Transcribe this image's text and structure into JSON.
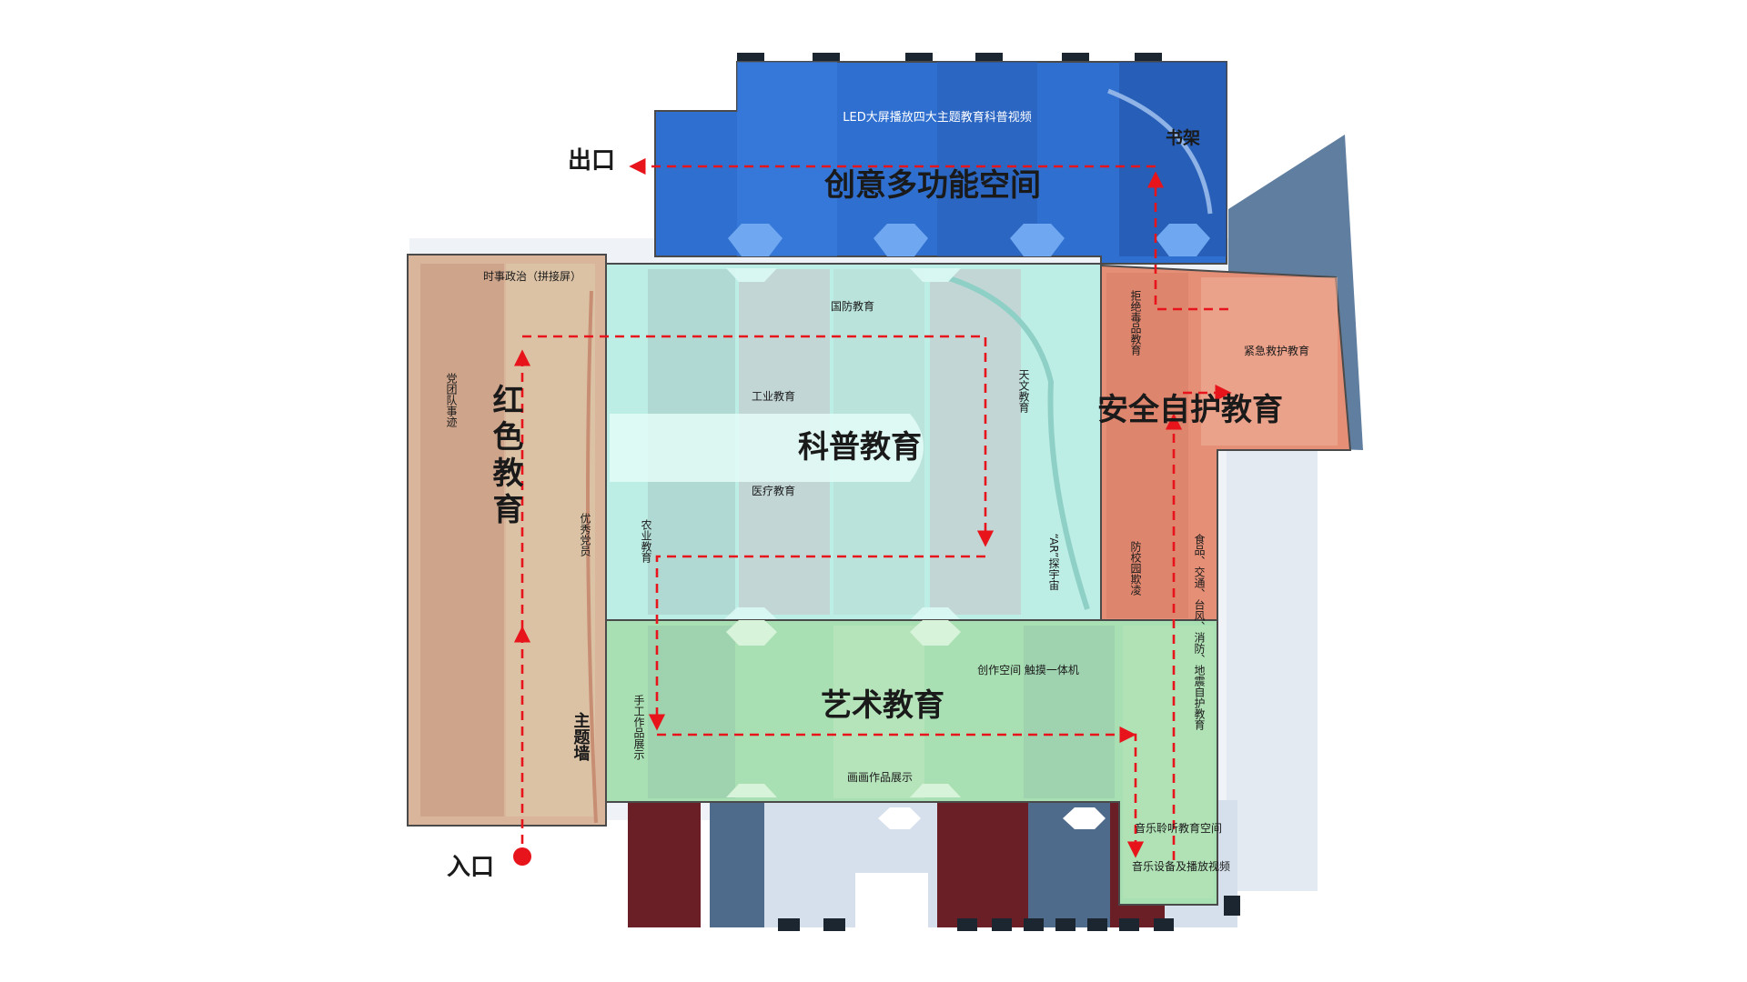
{
  "markers": {
    "entrance": "入口",
    "exit": "出口"
  },
  "zones": {
    "creative": {
      "title": "创意多功能空间",
      "led_screen": "LED大屏播放四大主题教育科普视频",
      "bookshelf": "书架"
    },
    "red": {
      "title": "红色教育",
      "current_affairs": "时事政治（拼接屏）",
      "party_history": "党团队事迹",
      "outstanding_members": "优秀党员",
      "theme_wall": "主题墙"
    },
    "science": {
      "title": "科普教育",
      "national_defense": "国防教育",
      "industry": "工业教育",
      "medical": "医疗教育",
      "astronomy": "天文教育",
      "agriculture": "农业教育",
      "ar_universe": "“AR”探宇宙"
    },
    "safety": {
      "title": "安全自护教育",
      "refuse_drugs": "拒绝毒品教育",
      "first_aid": "紧急救护教育",
      "anti_bullying": "防校园欺凌",
      "self_protection": "食品、交通、台风、消防、地震自护教育"
    },
    "art": {
      "title": "艺术教育",
      "creation_space": "创作空间 触摸一体机",
      "handcraft": "手工作品展示",
      "paintings": "画画作品展示",
      "music_space": "音乐聆听教育空间",
      "music_equipment": "音乐设备及播放视频"
    }
  },
  "colors": {
    "creative": "#2e6fd0",
    "red_education": "#d9b59b",
    "science": "#bdeee6",
    "safety": "#e58f76",
    "art": "#a9e0b3",
    "route_arrow": "#e8141b"
  }
}
